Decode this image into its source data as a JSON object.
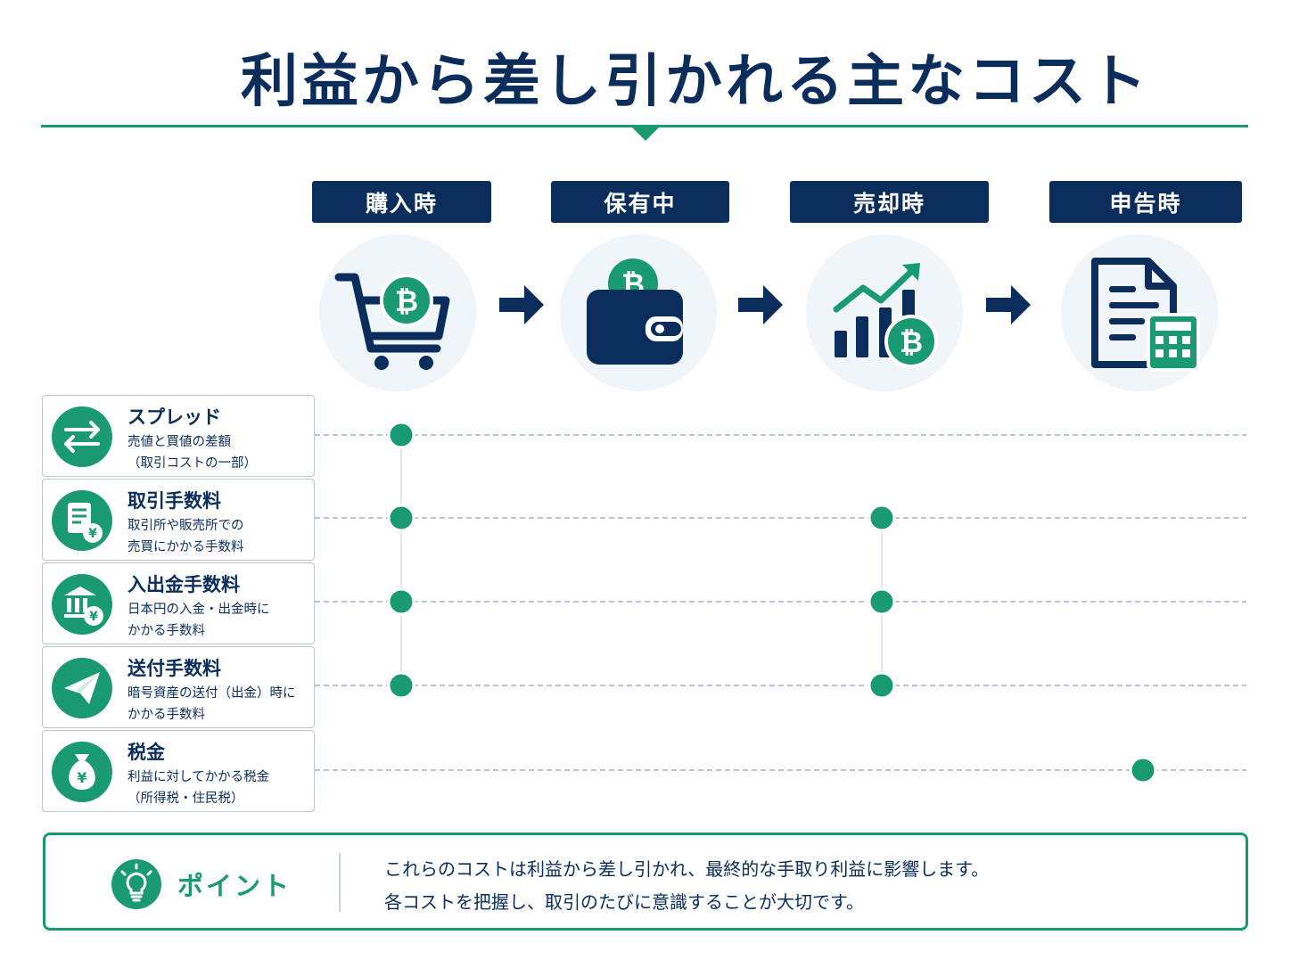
{
  "title": "利益から差し引かれる主なコスト",
  "stages": [
    {
      "label": "購入時",
      "icon": "shopping-cart-bitcoin-icon"
    },
    {
      "label": "保有中",
      "icon": "wallet-bitcoin-icon"
    },
    {
      "label": "売却時",
      "icon": "rising-chart-bitcoin-icon"
    },
    {
      "label": "申告時",
      "icon": "document-calculator-icon"
    }
  ],
  "costs": [
    {
      "name": "スプレッド",
      "desc1": "売値と買値の差額",
      "desc2": "（取引コストの一部）",
      "icon": "exchange-arrows-icon",
      "stages": [
        "購入時"
      ]
    },
    {
      "name": "取引手数料",
      "desc1": "取引所や販売所での",
      "desc2": "売買にかかる手数料",
      "icon": "receipt-yen-icon",
      "stages": [
        "購入時",
        "売却時"
      ]
    },
    {
      "name": "入出金手数料",
      "desc1": "日本円の入金・出金時に",
      "desc2": "かかる手数料",
      "icon": "bank-yen-icon",
      "stages": [
        "購入時",
        "売却時"
      ]
    },
    {
      "name": "送付手数料",
      "desc1": "暗号資産の送付（出金）時に",
      "desc2": "かかる手数料",
      "icon": "paper-plane-icon",
      "stages": [
        "購入時",
        "売却時"
      ]
    },
    {
      "name": "税金",
      "desc1": "利益に対してかかる税金",
      "desc2": "（所得税・住民税）",
      "icon": "money-bag-yen-icon",
      "stages": [
        "申告時"
      ]
    }
  ],
  "point": {
    "label": "ポイント",
    "icon": "lightbulb-icon",
    "line1": "これらのコストは利益から差し引かれ、最終的な手取り利益に影響します。",
    "line2": "各コストを把握し、取引のたびに意識することが大切です。"
  },
  "colors": {
    "navy": "#0b2d5c",
    "green": "#1a9a72",
    "circle_bg": "#f0f5fa"
  }
}
